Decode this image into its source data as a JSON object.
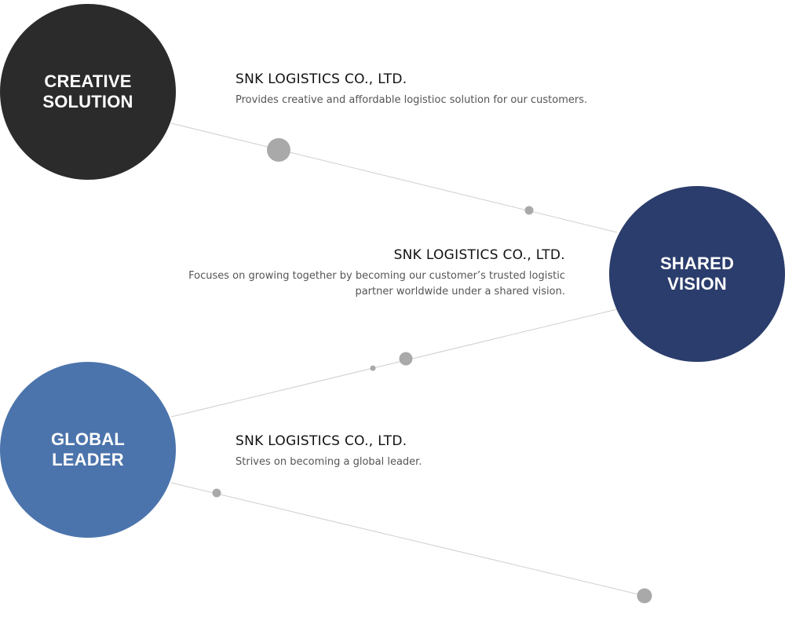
{
  "colors": {
    "creative": "#2b2b2b",
    "shared": "#2b3d6c",
    "global": "#4c74ac",
    "line": "#cfcfcf",
    "dot": "#a9a9a9"
  },
  "nodes": [
    {
      "title_line1": "CREATIVE",
      "title_line2": "SOLUTION",
      "company": "SNK LOGISTICS CO., LTD.",
      "desc_line1": "Provides creative and affordable logistioc solution for our customers."
    },
    {
      "title_line1": "SHARED",
      "title_line2": "VISION",
      "company": "SNK LOGISTICS CO., LTD.",
      "desc_line1": "Focuses on growing together by becoming our customer’s trusted logistic",
      "desc_line2": "partner worldwide under a shared vision."
    },
    {
      "title_line1": "GLOBAL",
      "title_line2": "LEADER",
      "company": "SNK LOGISTICS CO., LTD.",
      "desc_line1": "Strives on becoming a global leader."
    }
  ]
}
